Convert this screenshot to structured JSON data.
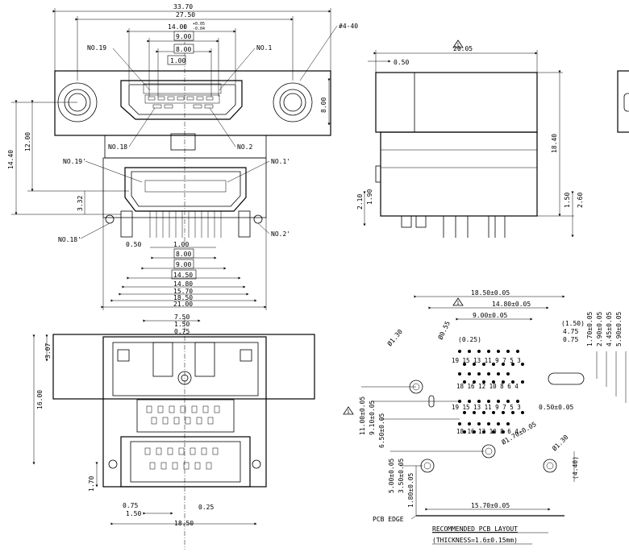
{
  "front_view": {
    "dims": [
      "33.70",
      "27.50",
      "14.00",
      "9.00",
      "8.00",
      "1.00",
      "14.40",
      "12.00",
      "3.32",
      "8.00",
      "0.50",
      "1.00",
      "8.00",
      "9.00",
      "14.50",
      "14.80",
      "15.70",
      "18.50",
      "21.00"
    ],
    "tol_plus": "+0.05",
    "tol_minus": "-0.04",
    "labels": [
      "NO.19",
      "NO.1",
      "NO.18",
      "NO.2",
      "NO.19'",
      "NO.1'",
      "NO.18'",
      "NO.2'",
      "#4-40"
    ]
  },
  "side_view": {
    "dims": [
      "20.05",
      "0.50",
      "18.40",
      "1.50",
      "2.60",
      "2.10",
      "1.90"
    ],
    "note_mark": "1"
  },
  "top_view": {
    "dims": [
      "7.50",
      "1.50",
      "0.75",
      "3.07",
      "16.00",
      "1.70",
      "0.75",
      "1.50",
      "0.25",
      "18.50"
    ]
  },
  "pcb_layout": {
    "dims": [
      "18.50±0.05",
      "14.80±0.05",
      "9.00±0.05",
      "(1.50)",
      "4.75",
      "0.75",
      "(0.25)",
      "Ø1.30",
      "Ø0.55",
      "1.70±0.05",
      "2.90±0.05",
      "4.45±0.05",
      "5.90±0.05",
      "0.50±0.05",
      "Ø1.70±0.05",
      "Ø1.30",
      "(4.40)",
      "11.00±0.05",
      "9.10±0.05",
      "6.50±0.05",
      "5.00±0.05",
      "3.50±0.05",
      "1.80±0.05",
      "15.70±0.05"
    ],
    "pins_top": "19 15 13 11 9 7 5 3",
    "pins_bottom": "18 16 12 10 8 6 4",
    "note_mark": "1",
    "edge_label": "PCB EDGE",
    "title": "RECOMMENDED PCB LAYOUT",
    "subtitle": "(THICKNESS=1.6±0.15mm)"
  }
}
